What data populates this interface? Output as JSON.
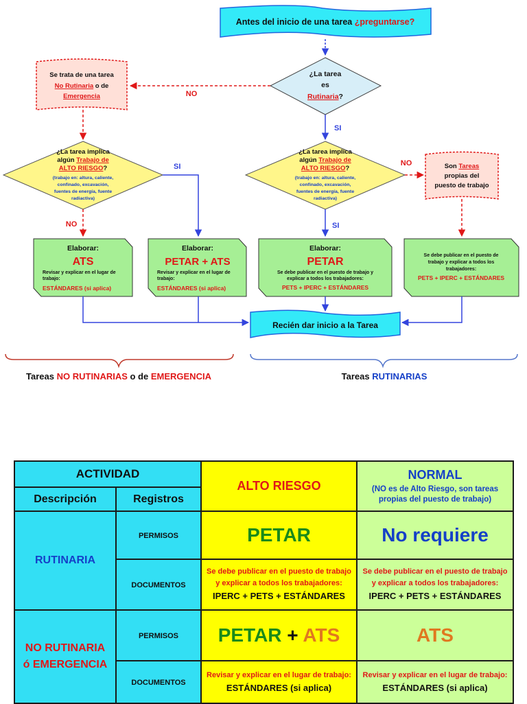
{
  "flowchart": {
    "start": {
      "prefix": "Antes del inicio de una tarea ",
      "highlight": "¿preguntarse?"
    },
    "decision_rutinaria": {
      "line1": "¿La tarea",
      "line2": "es",
      "line3_red": "Rutinaria",
      "line3_end": "?"
    },
    "no_rutinaria_box": {
      "line1": "Se trata de una tarea",
      "line2_red": "No Rutinaria",
      "line2_end": " o de",
      "line3_red": "Emergencia"
    },
    "labels": {
      "no": "NO",
      "si": "SI"
    },
    "decision_riesgo": {
      "line1": "¿La tarea implica",
      "line2": "algún ",
      "line2_red": "Trabajo de",
      "line3_red": "ALTO RIESGO",
      "line3_end": "?",
      "note1": "(trabajo en: altura, caliente,",
      "note2": "confinado, excavación,",
      "note3": "fuentes de energía, fuente",
      "note4": "radiactiva)"
    },
    "tareas_propias": {
      "prefix": "Son ",
      "red": "Tareas",
      "line2": "propias del",
      "line3": "puesto de trabajo"
    },
    "box_ats": {
      "title": "Elaborar:",
      "big": "ATS",
      "sub1": "Revisar y explicar en el lugar de",
      "sub2": "trabajo:",
      "std": "ESTÁNDARES (si aplica)"
    },
    "box_petar_ats": {
      "title": "Elaborar:",
      "big": "PETAR + ATS",
      "sub1": "Revisar y explicar en el lugar de",
      "sub2": "trabajo:",
      "std": "ESTÁNDARES (si aplica)"
    },
    "box_petar": {
      "title": "Elaborar:",
      "big": "PETAR",
      "sub1": "Se debe publicar en el puesto de trabajo y",
      "sub2": "explicar a todos los trabajadores:",
      "std": "PETS + IPERC + ESTÁNDARES"
    },
    "box_normal": {
      "sub1": "Se debe publicar en el puesto de",
      "sub2": "trabajo y explicar a todos los",
      "sub3": "trabajadores:",
      "std": "PETS + IPERC + ESTÁNDARES"
    },
    "end": "Recién dar inicio a la Tarea",
    "group_left": {
      "prefix": "Tareas ",
      "red1": "NO RUTINARIAS",
      "mid": " o de ",
      "red2": "EMERGENCIA"
    },
    "group_right": {
      "prefix": "Tareas ",
      "blue": "RUTINARIAS"
    }
  },
  "table": {
    "header": {
      "actividad": "ACTIVIDAD",
      "descripcion": "Descripción",
      "registros": "Registros",
      "alto_riesgo": "ALTO RIESGO",
      "normal": "NORMAL",
      "normal_note": "(NO es de Alto Riesgo, son tareas propias del puesto de trabajo)"
    },
    "rows": [
      {
        "descripcion": "RUTINARIA",
        "permisos_label": "PERMISOS",
        "permisos_alto": "PETAR",
        "permisos_normal": "No requiere",
        "documentos_label": "DOCUMENTOS",
        "doc_alto_note": "Se debe publicar en el puesto de trabajo y explicar a todos los trabajadores:",
        "doc_alto_value": "IPERC + PETS + ESTÁNDARES",
        "doc_normal_note": "Se debe publicar en el puesto de trabajo y explicar a todos los trabajadores:",
        "doc_normal_value": "IPERC + PETS + ESTÁNDARES"
      },
      {
        "descripcion_line1": "NO RUTINARIA",
        "descripcion_line2": "ó EMERGENCIA",
        "permisos_label": "PERMISOS",
        "permisos_alto_a": "PETAR",
        "permisos_alto_plus": " + ",
        "permisos_alto_b": "ATS",
        "permisos_normal": "ATS",
        "documentos_label": "DOCUMENTOS",
        "doc_alto_note": "Revisar y explicar en el lugar de trabajo:",
        "doc_alto_value": "ESTÁNDARES (si aplica)",
        "doc_normal_note": "Revisar y explicar en el lugar de trabajo:",
        "doc_normal_value": "ESTÁNDARES (si aplica)"
      }
    ]
  },
  "colors": {
    "cyan": "#33dff4",
    "yellow": "#ffff00",
    "light_green": "#ccff99",
    "green_box": "#a6ef95",
    "pink_box": "#ffe0d8",
    "red": "#e01818",
    "blue": "#1540c8",
    "orange": "#e07820",
    "dark_green": "#1a8a1a"
  }
}
